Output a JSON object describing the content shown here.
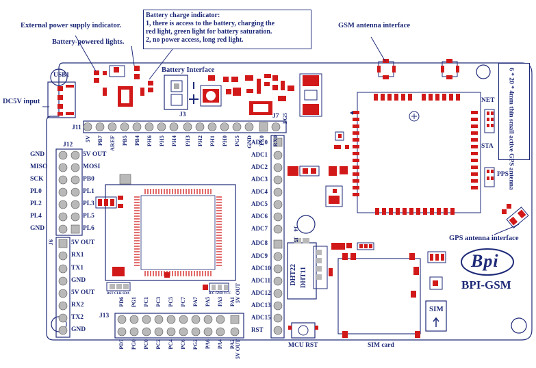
{
  "annotations": {
    "ext_power": "External power supply indicator.",
    "battery_lights": "Battery-powered lights.",
    "charge_title": "Battery charge indicator:",
    "charge_line1": "1, there is access to the battery, charging the",
    "charge_line2": "red  light, green light for battery saturation.",
    "charge_line3": "2, no power access, long red light.",
    "gsm_antenna": "GSM antenna interface",
    "gps_box": "6 * 20 * 4mm thin small active GPS antenna",
    "gps_interface": "GPS antenna interface",
    "dc5v": "DC5V input",
    "battery_interface": "Battery Interface",
    "mcu_rst": "MCU RST",
    "sim_card": "SIM card",
    "sim_chip": "SIM",
    "brand_logo": "Bpi",
    "board_name": "BPI-GSM"
  },
  "connectors": {
    "usb": "USB1",
    "j3": "J3",
    "j7": "J7",
    "j11": "J11",
    "j12": "J12",
    "j13": "J13",
    "j4": "J4",
    "j5": "J5",
    "j6": "J6",
    "dht": "DHT11",
    "dht2": "DHT22"
  },
  "indicators": {
    "net": "NET",
    "sta": "STA",
    "pps": "PPS"
  },
  "top_header_pins": [
    "5V",
    "PB7",
    "AREF",
    "PB5",
    "PB4",
    "PH6",
    "PH5",
    "PH4",
    "PH3",
    "PH2",
    "PH1",
    "PH0",
    "PG5",
    "GND",
    "TX0",
    "RX0",
    "PG5"
  ],
  "j12_left": [
    "GND",
    "MISO",
    "SCK",
    "PL0",
    "PL2",
    "PL4",
    "GND"
  ],
  "j12_right": [
    "5V OUT",
    "MOSI",
    "PB0",
    "PL1",
    "PL3",
    "PL5",
    "PL6"
  ],
  "j6_pins": [
    "5V OUT",
    "RX1",
    "TX1",
    "GND",
    "5V OUT",
    "RX2",
    "TX2",
    "GND"
  ],
  "adc_pins": [
    "ADC0",
    "ADC1",
    "ADC2",
    "ADC3",
    "ADC4",
    "ADC5",
    "ADC6",
    "ADC7",
    "ADC8",
    "ADC9",
    "ADC10",
    "ADC11",
    "ADC12",
    "ADC13",
    "ADC15",
    "RST"
  ],
  "j13_top": [
    "PD6",
    "PG1",
    "PC1",
    "PC3",
    "PC5",
    "PC7",
    "PA7",
    "PA5",
    "PA3",
    "PA1",
    "5V OUT"
  ],
  "j13_bottom": [
    "PD7",
    "PG0",
    "PC0",
    "PC2",
    "PC4",
    "PC6",
    "PG2",
    "PA6",
    "PA4",
    "PA2",
    "5V OUT"
  ],
  "small_labels": {
    "rst_clk": "RST CLK SDA",
    "bat_labels": "B/C GND VCC"
  },
  "colors": {
    "ink": "#1e2a78",
    "pad": "#d21919",
    "pin": "#b9b9b9"
  }
}
